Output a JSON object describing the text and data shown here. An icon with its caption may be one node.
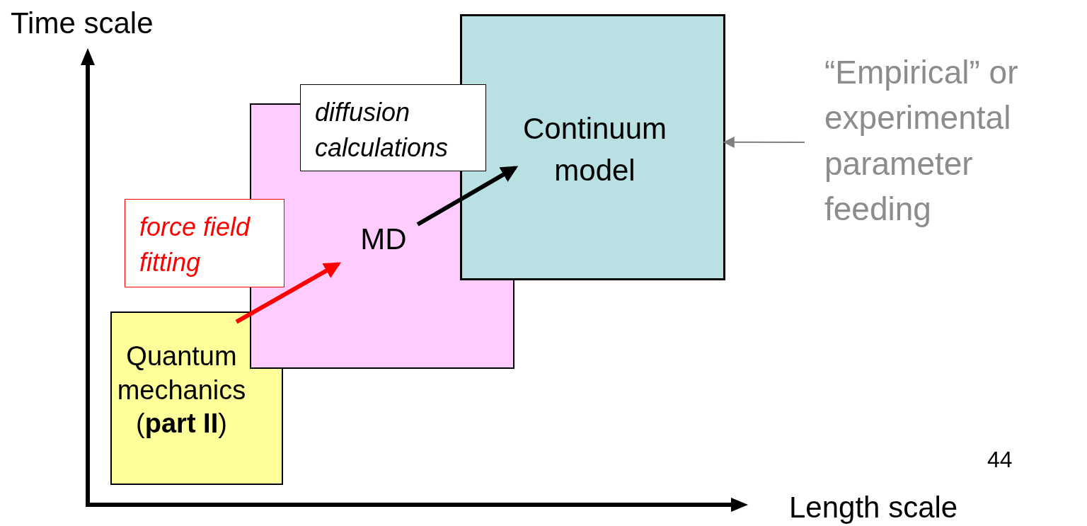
{
  "diagram": {
    "nodes": [
      {
        "text": [
          "Quantum mechanics (**part II**)"
        ]
      },
      {
        "text": [
          "MD"
        ]
      },
      {
        "text": [
          "Continuum model"
        ]
      },
      {
        "text": [
          "diffusion calculations"
        ]
      },
      {
        "text": [
          "force field fitting"
        ]
      },
      {
        "text": [
          "“Empirical” or experimental parameter feeding"
        ]
      }
    ],
    "edges": [
      {
        "from": 0,
        "to": 1,
        "arrow": "to",
        "color": "#ff0000"
      },
      {
        "from": 1,
        "to": 2,
        "arrow": "to",
        "color": "#000000"
      },
      {
        "from": 5,
        "to": 2,
        "arrow": "to",
        "color": "#808080"
      }
    ],
    "labels": [
      "Time scale",
      "Length scale",
      "44"
    ]
  }
}
